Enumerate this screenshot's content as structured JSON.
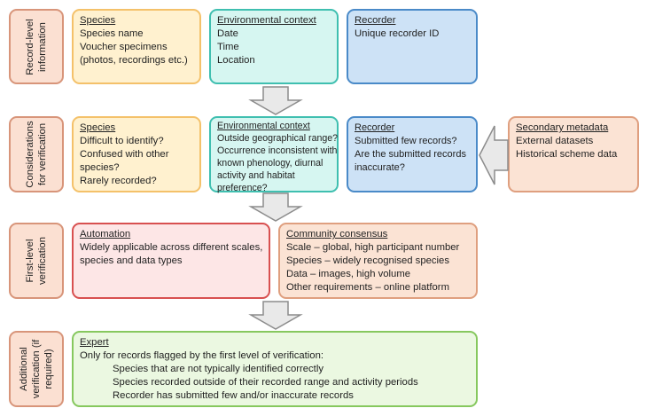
{
  "rows": {
    "row1": "Record-level information",
    "row2": "Considerations for verification",
    "row3": "First-level verification",
    "row4": "Additional verification (if required)"
  },
  "record_level": {
    "species": {
      "title": "Species",
      "lines": [
        "Species name",
        "Voucher specimens",
        "(photos, recordings etc.)"
      ]
    },
    "environment": {
      "title": "Environmental context",
      "lines": [
        "Date",
        "Time",
        "Location"
      ]
    },
    "recorder": {
      "title": "Recorder",
      "lines": [
        "Unique recorder ID"
      ]
    }
  },
  "considerations": {
    "species": {
      "title": "Species",
      "lines": [
        "Difficult to identify?",
        "Confused with other",
        "species?",
        "Rarely recorded?"
      ]
    },
    "environment": {
      "title": "Environmental context",
      "lines": [
        "Outside geographical range?",
        "Occurrence inconsistent with",
        "known phenology, diurnal",
        "activity and habitat",
        "preference?"
      ]
    },
    "recorder": {
      "title": "Recorder",
      "lines": [
        "Submitted few records?",
        "Are the submitted records",
        "inaccurate?"
      ]
    },
    "secondary": {
      "title": "Secondary metadata",
      "lines": [
        "External datasets",
        "Historical scheme data"
      ]
    }
  },
  "first_level": {
    "automation": {
      "title": "Automation",
      "lines": [
        "Widely applicable across different scales,",
        "species and data types"
      ]
    },
    "community": {
      "title": "Community consensus",
      "lines": [
        "Scale – global, high participant number",
        "Species – widely recognised species",
        "Data – images, high volume",
        "Other requirements – online platform"
      ]
    }
  },
  "additional": {
    "expert": {
      "title": "Expert",
      "intro": "Only for records flagged by the first level of verification:",
      "items": [
        "Species that are not typically identified correctly",
        "Species recorded outside of their recorded range and activity periods",
        "Recorder has submitted few and/or inaccurate records"
      ]
    }
  }
}
